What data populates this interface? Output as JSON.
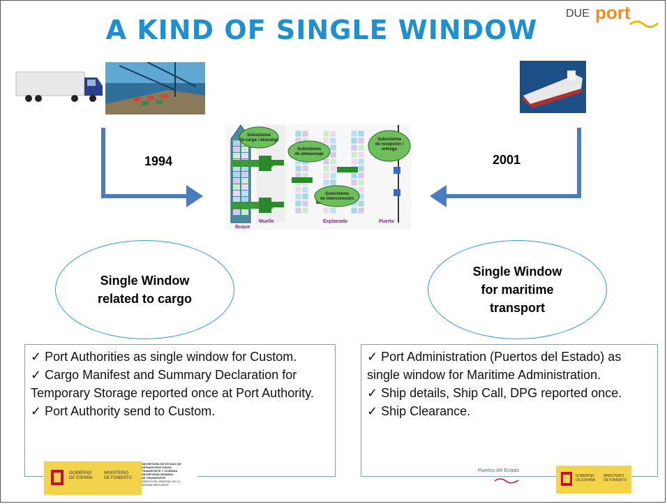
{
  "title": "A KIND OF SINGLE WINDOW",
  "logo": {
    "prefix": "DUE",
    "word": "port"
  },
  "years": {
    "left": "1994",
    "right": "2001"
  },
  "diagram": {
    "subsystems": [
      "Subsistema de carga / descarga",
      "Subsistema de almacenaje",
      "Subsistema de interconexión",
      "Subsistema de recepción / entrega"
    ],
    "zones": [
      "Buque",
      "Muelle",
      "Explanada",
      "Puerta"
    ]
  },
  "ellipses": {
    "left": "Single Window related to cargo",
    "right": "Single Window for maritime transport"
  },
  "left_box": {
    "items": [
      "✓  Port Authorities as single window for Custom.",
      "✓  Cargo Manifest and Summary Declaration for Temporary Storage reported once at Port Authority.",
      "✓  Port Authority send to Custom."
    ]
  },
  "right_box": {
    "items": [
      "✓  Port Administration (Puertos del Estado) as single window for Maritime Administration.",
      "✓  Ship details, Ship Call, DPG reported once.",
      "✓  Ship Clearance."
    ]
  },
  "footer": {
    "left_gov": [
      "GOBIERNO",
      "DE ESPAÑA"
    ],
    "left_ministry": [
      "MINISTERIO",
      "DE FOMENTO"
    ],
    "left_secretaria": [
      "SECRETARÍA DE ESTADO DE INFRAESTRUCTURAS,",
      "TRANSPORTE Y VIVIENDA",
      "SECRETARÍA GENERAL",
      "DE TRANSPORTE",
      "DIRECCIÓN GENERAL DE LA",
      "MARINA MERCANTE"
    ],
    "puertos": "Puertos del Estado",
    "right_gov": [
      "GOBIERNO",
      "DE ESPAÑA"
    ],
    "right_ministry": [
      "MINISTERIO",
      "DE FOMENTO"
    ]
  },
  "colors": {
    "title": "#1f8fd0",
    "arrow": "#4a7cc0",
    "ellipse_border": "#2a9ae0",
    "logo_orange": "#f08a1c",
    "subsystem_green": "#6dbf5a"
  }
}
